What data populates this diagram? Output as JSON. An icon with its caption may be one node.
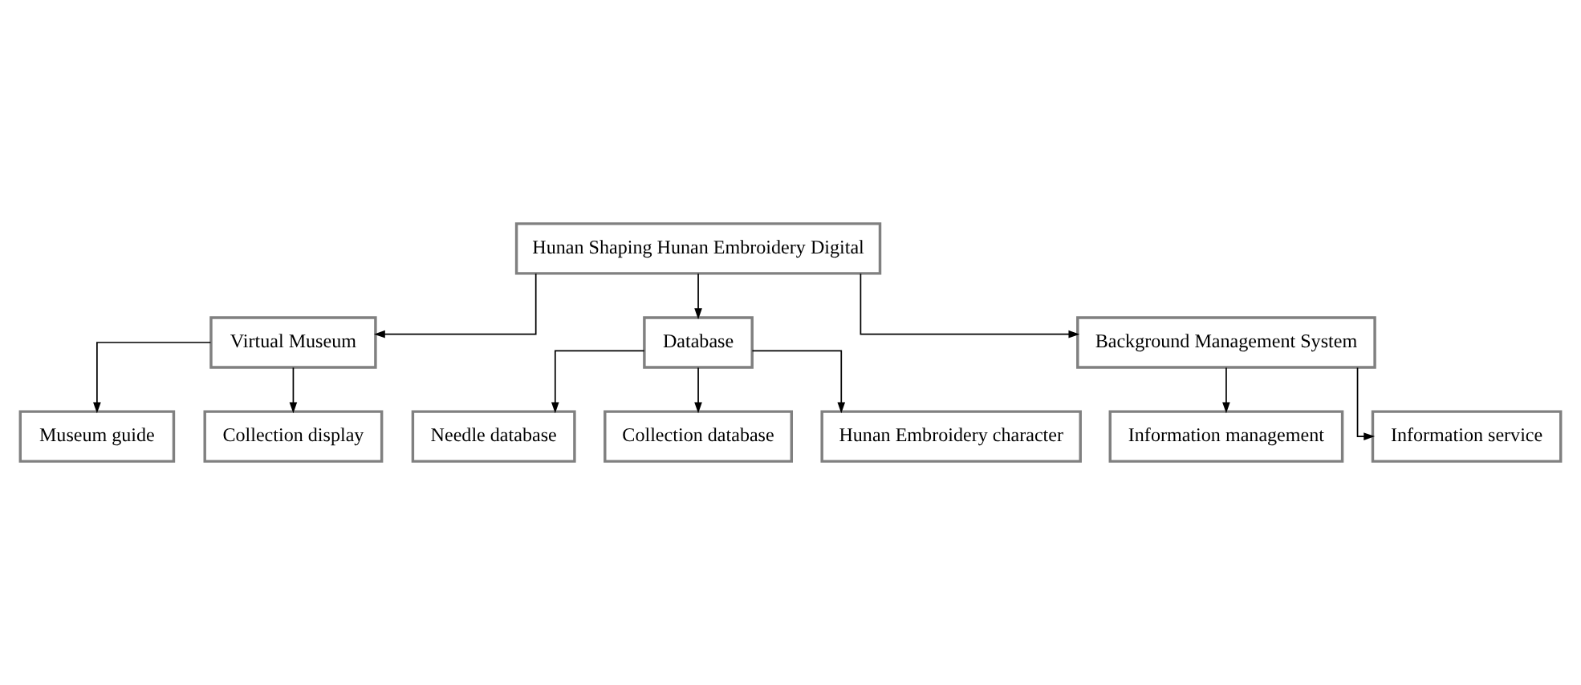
{
  "diagram": {
    "nodes": [
      {
        "text": [
          "Hunan Shaping Hunan Embroidery Digital"
        ]
      },
      {
        "text": [
          "Virtual Museum"
        ]
      },
      {
        "text": [
          "Database"
        ]
      },
      {
        "text": [
          "Background Management System"
        ]
      },
      {
        "text": [
          "Museum guide"
        ]
      },
      {
        "text": [
          "Collection display"
        ]
      },
      {
        "text": [
          "Needle database"
        ]
      },
      {
        "text": [
          "Collection database"
        ]
      },
      {
        "text": [
          "Hunan Embroidery character"
        ]
      },
      {
        "text": [
          "Information management"
        ]
      },
      {
        "text": [
          "Information service"
        ]
      }
    ],
    "edges": [
      {
        "from": 0,
        "to": 1,
        "arrow": "to"
      },
      {
        "from": 0,
        "to": 2,
        "arrow": "to"
      },
      {
        "from": 0,
        "to": 3,
        "arrow": "to"
      },
      {
        "from": 1,
        "to": 4,
        "arrow": "to"
      },
      {
        "from": 1,
        "to": 5,
        "arrow": "to"
      },
      {
        "from": 2,
        "to": 6,
        "arrow": "to"
      },
      {
        "from": 2,
        "to": 7,
        "arrow": "to"
      },
      {
        "from": 2,
        "to": 8,
        "arrow": "to"
      },
      {
        "from": 3,
        "to": 9,
        "arrow": "to"
      },
      {
        "from": 3,
        "to": 10,
        "arrow": "to"
      }
    ]
  }
}
